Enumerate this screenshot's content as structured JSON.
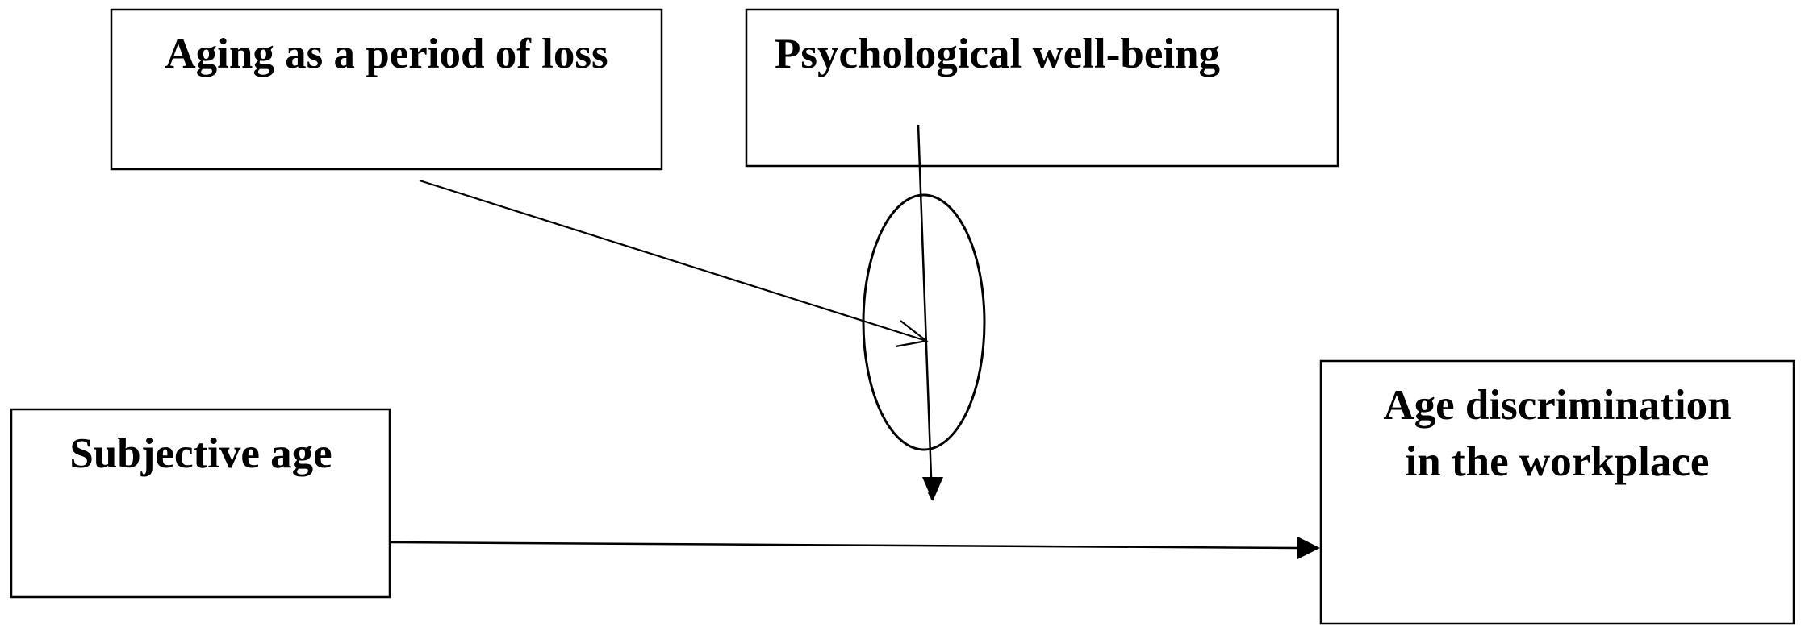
{
  "boxes": {
    "aging_loss": {
      "label": "Aging as a period of loss"
    },
    "well_being": {
      "label": "Psychological well-being"
    },
    "subjective_age": {
      "label": "Subjective age"
    },
    "age_discrimination": {
      "line1": "Age discrimination",
      "line2": "in the workplace"
    }
  },
  "colors": {
    "stroke": "#000000",
    "background": "#ffffff"
  }
}
